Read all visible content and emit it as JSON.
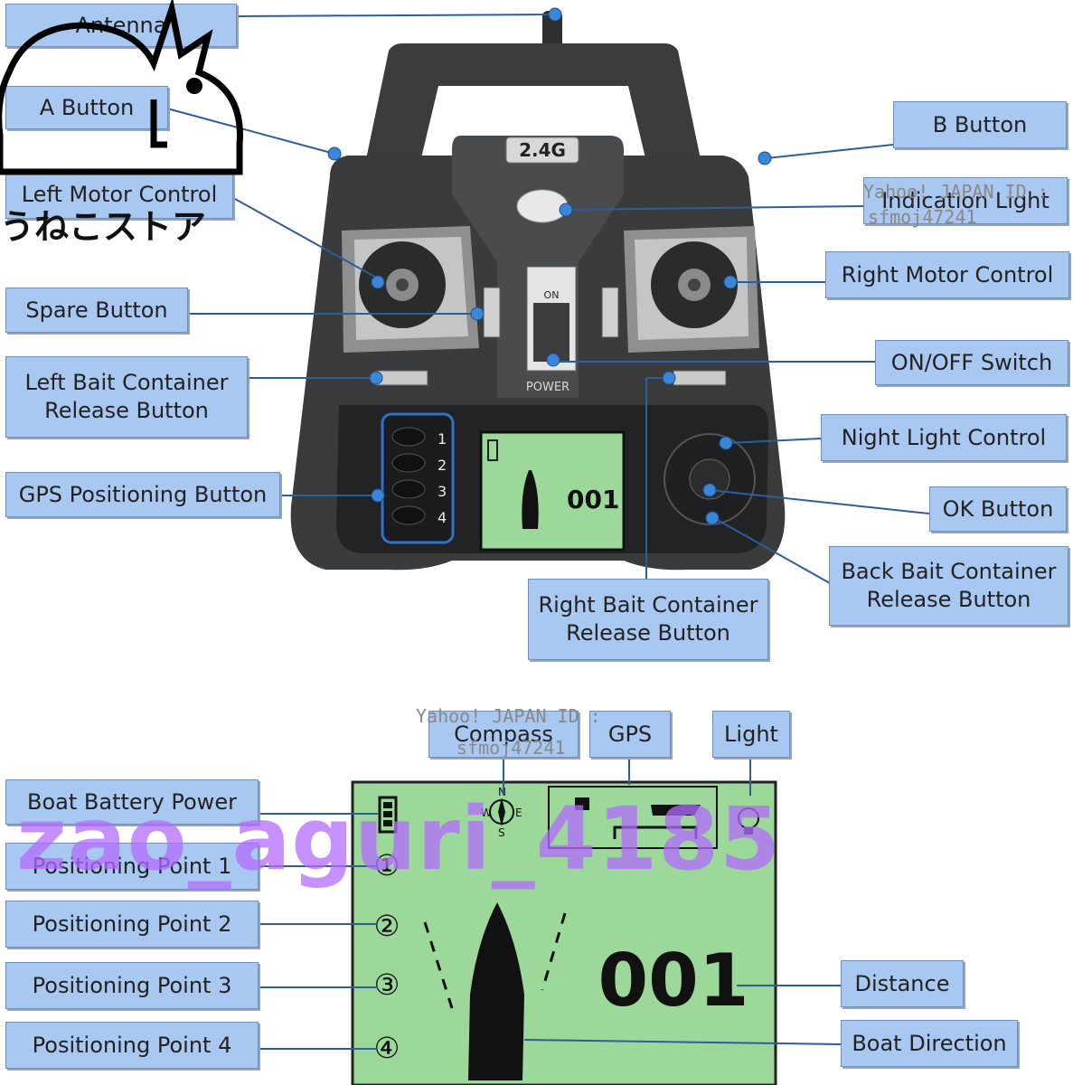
{
  "top_diagram": {
    "labels": {
      "antenna": "Antenna",
      "a_button": "A Button",
      "left_motor": "Left Motor Control",
      "spare_button": "Spare Button",
      "left_bait": "Left Bait Container\nRelease Button",
      "gps_button": "GPS Positioning Button",
      "b_button": "B Button",
      "indication_light": "Indication Light",
      "right_motor": "Right Motor Control",
      "on_off": "ON/OFF Switch",
      "night_light": "Night Light Control",
      "ok_button": "OK Button",
      "back_bait": "Back Bait Container\nRelease Button",
      "right_bait": "Right Bait Container\nRelease Button"
    },
    "remote": {
      "frequency": "2.4G",
      "switch_on": "ON",
      "power": "POWER",
      "gps_numbers": [
        "1",
        "2",
        "3",
        "4"
      ],
      "mini_distance": "001"
    }
  },
  "bottom_diagram": {
    "labels": {
      "compass": "Compass",
      "gps": "GPS",
      "light": "Light",
      "battery": "Boat Battery Power",
      "point1": "Positioning Point 1",
      "point2": "Positioning Point 2",
      "point3": "Positioning Point 3",
      "point4": "Positioning Point 4",
      "distance": "Distance",
      "boat_direction": "Boat Direction"
    },
    "screen": {
      "distance_value": "001",
      "point_marks": [
        "①",
        "②",
        "③",
        "④"
      ],
      "compass_letters": [
        "N",
        "W",
        "E",
        "S"
      ]
    }
  },
  "watermarks": {
    "seller_id": "zao_aguri_4185",
    "yahoo_id_line1": "Yahoo! JAPAN ID :",
    "yahoo_id_line2": "sfmoj47241",
    "store_name": "うねこストア"
  },
  "colors": {
    "label_fill": "#a9c8f1",
    "label_border": "#6f8fb5",
    "leader_line": "#2f5d9a",
    "screen_green": "#9bd89a",
    "watermark_purple": "#b36bff",
    "remote_body": "#3a3b3d"
  }
}
